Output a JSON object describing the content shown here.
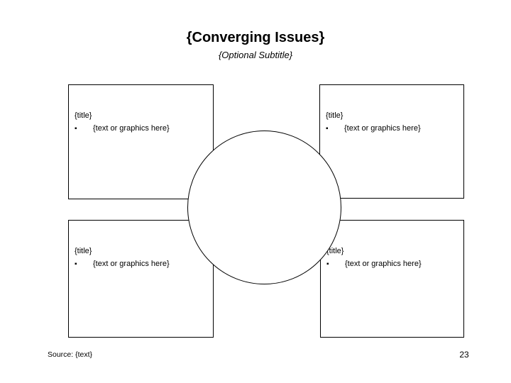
{
  "slide": {
    "title": "{Converging Issues}",
    "subtitle": "{Optional Subtitle}",
    "bullet_char": "▪",
    "boxes": [
      {
        "position": "top-left",
        "title": "{title}",
        "bullet_text": "{text or graphics here}"
      },
      {
        "position": "top-right",
        "title": "{title}",
        "bullet_text": "{text or graphics here}"
      },
      {
        "position": "bottom-left",
        "title": "{title}",
        "bullet_text": "{text or graphics here}"
      },
      {
        "position": "bottom-right",
        "title": "{title}",
        "bullet_text": "{text or graphics here}"
      }
    ],
    "footer": {
      "source": "Source: {text}",
      "page_number": "23"
    },
    "colors": {
      "background": "#ffffff",
      "line": "#000000",
      "text": "#000000"
    }
  }
}
